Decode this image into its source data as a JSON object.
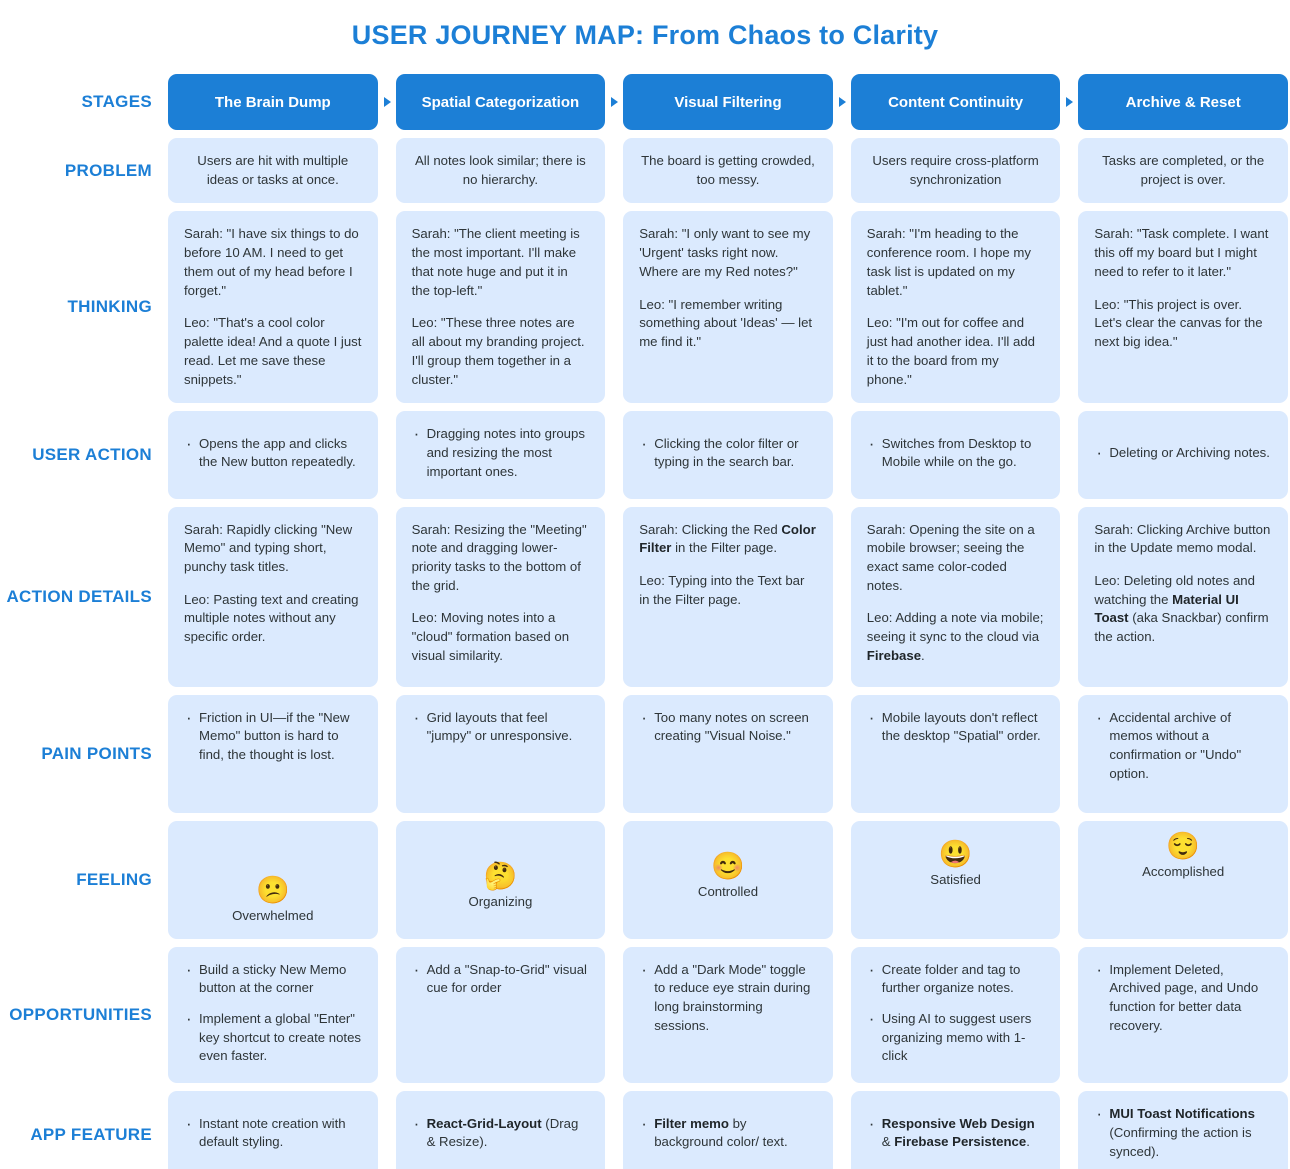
{
  "title": "USER JOURNEY MAP: From Chaos to Clarity",
  "colors": {
    "accent": "#1c7fd6",
    "cell_bg": "#dbeafe",
    "text": "#2e3538",
    "page_bg": "#ffffff"
  },
  "row_labels": {
    "stages": "STAGES",
    "problem": "PROBLEM",
    "thinking": "THINKING",
    "user_action": "USER ACTION",
    "action_details": "ACTION DETAILS",
    "pain_points": "PAIN POINTS",
    "feeling": "FEELING",
    "opportunities": "OPPORTUNITIES",
    "app_feature": "APP FEATURE"
  },
  "stages": [
    "The Brain Dump",
    "Spatial Categorization",
    "Visual Filtering",
    "Content Continuity",
    "Archive & Reset"
  ],
  "problem": [
    "Users are hit with multiple ideas or tasks at once.",
    "All notes look similar; there is no hierarchy.",
    "The board is getting crowded, too messy.",
    "Users require cross-platform synchronization",
    "Tasks are completed, or the project is over."
  ],
  "thinking": [
    {
      "sarah": "Sarah: \"I have six things to do before 10 AM. I need to get them out of my head before I forget.\"",
      "leo": "Leo: \"That's a cool color palette idea! And a quote I just read. Let me save these snippets.\""
    },
    {
      "sarah": "Sarah: \"The client meeting is the most important. I'll make that note huge and put it in the top-left.\"",
      "leo": "Leo: \"These three notes are all about my branding project. I'll group them together in a cluster.\""
    },
    {
      "sarah": "Sarah: \"I only want to see my 'Urgent' tasks right now. Where are my Red notes?\"",
      "leo": "Leo: \"I remember writing something about 'Ideas' — let me find it.\""
    },
    {
      "sarah": "Sarah: \"I'm heading to the conference room. I hope my task list is updated on my tablet.\"",
      "leo": "Leo: \"I'm out for coffee and just had another idea. I'll add it to the board from my phone.\""
    },
    {
      "sarah": "Sarah: \"Task complete. I want this off my board but I might need to refer to it later.\"",
      "leo": "Leo: \"This project is over. Let's clear the canvas for the next big idea.\""
    }
  ],
  "user_action": [
    [
      "Opens the app and clicks the New button repeatedly."
    ],
    [
      "Dragging notes into groups and resizing the most important ones."
    ],
    [
      "Clicking the color filter or typing in the search bar."
    ],
    [
      "Switches from Desktop to Mobile while on the go."
    ],
    [
      "Deleting or Archiving notes."
    ]
  ],
  "action_details": [
    {
      "sarah_plain": "Sarah: Rapidly clicking \"New Memo\" and typing short, punchy task titles.",
      "leo_plain": "Leo: Pasting text and creating multiple notes without any specific order."
    },
    {
      "sarah_plain": "Sarah: Resizing the \"Meeting\" note and dragging lower-priority tasks to the bottom of the grid.",
      "leo_plain": "Leo: Moving notes into a \"cloud\" formation based on visual similarity."
    },
    {
      "sarah_pre": "Sarah: Clicking the Red ",
      "sarah_bold": "Color Filter",
      "sarah_post": " in the Filter page.",
      "leo_plain": "Leo: Typing into the Text bar in the Filter page."
    },
    {
      "sarah_plain": "Sarah: Opening the site on a mobile browser; seeing the exact same color-coded notes.",
      "leo_pre": "Leo: Adding a note via mobile; seeing it sync to the cloud via ",
      "leo_bold": "Firebase",
      "leo_post": "."
    },
    {
      "sarah_plain": "Sarah: Clicking Archive button in the Update memo modal.",
      "leo_pre": "Leo: Deleting old notes and watching the ",
      "leo_bold": "Material UI Toast",
      "leo_post": " (aka Snackbar) confirm the action."
    }
  ],
  "pain_points": [
    [
      "Friction in UI—if the \"New Memo\" button is hard to find, the thought is lost."
    ],
    [
      "Grid layouts that feel \"jumpy\" or unresponsive."
    ],
    [
      "Too many notes on screen creating \"Visual Noise.\""
    ],
    [
      "Mobile layouts don't reflect the desktop \"Spatial\" order."
    ],
    [
      "Accidental archive of memos without a confirmation or \"Undo\" option."
    ]
  ],
  "feeling": [
    {
      "emoji": "😕",
      "emoji_name": "confused-face-emoji",
      "label": "Overwhelmed"
    },
    {
      "emoji": "🤔",
      "emoji_name": "thinking-face-emoji",
      "label": "Organizing"
    },
    {
      "emoji": "😊",
      "emoji_name": "smiling-face-emoji",
      "label": "Controlled"
    },
    {
      "emoji": "😃",
      "emoji_name": "grinning-face-emoji",
      "label": "Satisfied"
    },
    {
      "emoji": "😌",
      "emoji_name": "relieved-face-emoji",
      "label": "Accomplished"
    }
  ],
  "opportunities": [
    [
      "Build a sticky New Memo button at the corner",
      "Implement a global \"Enter\" key shortcut to create notes even faster."
    ],
    [
      "Add a \"Snap-to-Grid\" visual cue for order"
    ],
    [
      "Add a \"Dark Mode\" toggle to reduce eye strain during long brainstorming sessions."
    ],
    [
      "Create folder and tag to further organize notes.",
      "Using AI to suggest users organizing memo with 1-click"
    ],
    [
      "Implement Deleted, Archived page, and Undo function for better data recovery."
    ]
  ],
  "app_feature": [
    {
      "plain": "Instant note creation with default styling."
    },
    {
      "bold": "React-Grid-Layout",
      "post": " (Drag & Resize)."
    },
    {
      "bold": "Filter memo",
      "post": " by background color/ text."
    },
    {
      "bold": "Responsive Web Design",
      "mid": " & ",
      "bold2": "Firebase Persistence",
      "post": "."
    },
    {
      "bold": "MUI Toast Notifications",
      "post": " (Confirming the action is synced)."
    }
  ]
}
